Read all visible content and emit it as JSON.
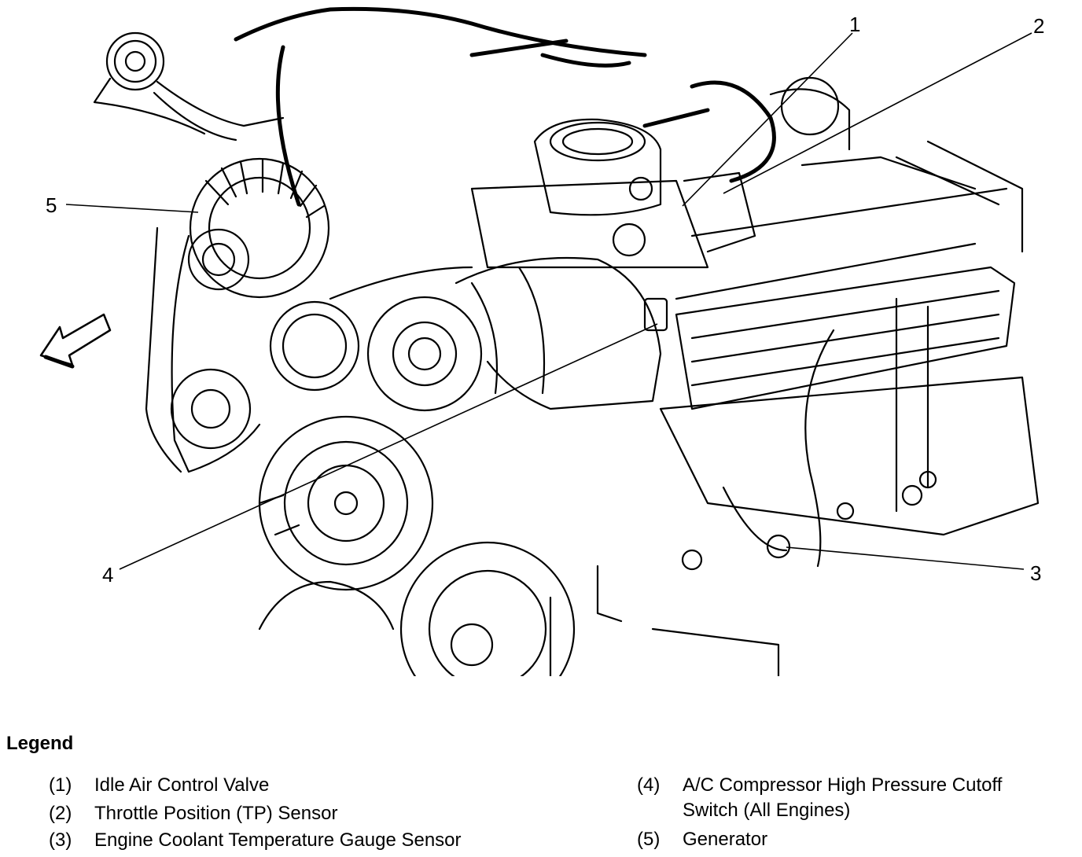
{
  "callouts": [
    "1",
    "2",
    "3",
    "4",
    "5"
  ],
  "legend": {
    "title": "Legend",
    "items": [
      {
        "num": "(1)",
        "label": "Idle Air Control Valve"
      },
      {
        "num": "(2)",
        "label": "Throttle Position (TP) Sensor"
      },
      {
        "num": "(3)",
        "label": "Engine Coolant Temperature Gauge Sensor"
      },
      {
        "num": "(4)",
        "label": "A/C Compressor High Pressure Cutoff Switch (All Engines)"
      },
      {
        "num": "(5)",
        "label": "Generator"
      }
    ]
  }
}
